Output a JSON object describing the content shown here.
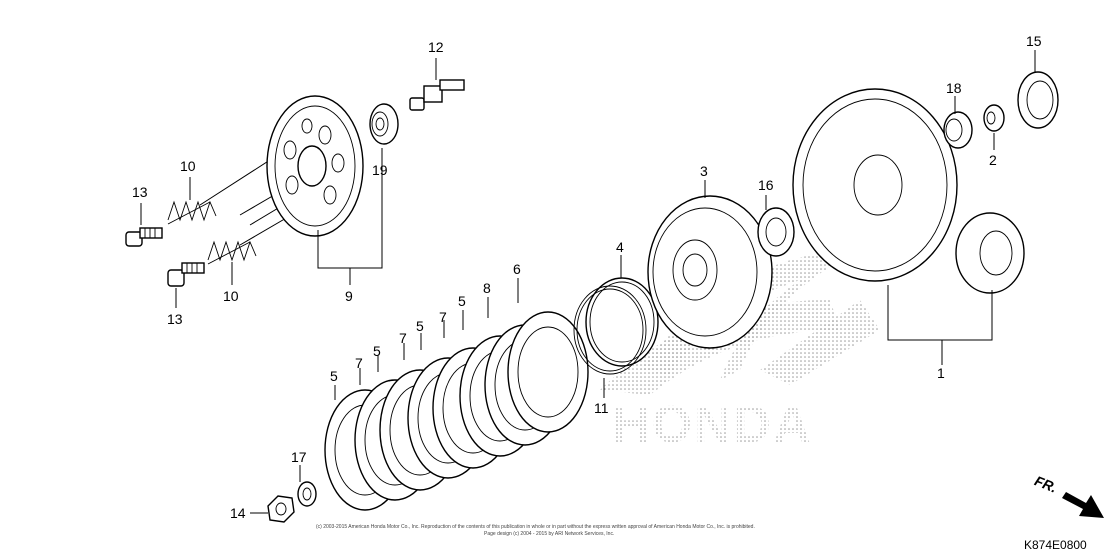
{
  "callouts": {
    "c1": "1",
    "c2": "2",
    "c3": "3",
    "c4": "4",
    "c5a": "5",
    "c5b": "5",
    "c5c": "5",
    "c5d": "5",
    "c6": "6",
    "c7a": "7",
    "c7b": "7",
    "c7c": "7",
    "c8": "8",
    "c9": "9",
    "c10a": "10",
    "c10b": "10",
    "c11": "11",
    "c12": "12",
    "c13a": "13",
    "c13b": "13",
    "c14": "14",
    "c15": "15",
    "c16": "16",
    "c17": "17",
    "c18": "18",
    "c19": "19"
  },
  "watermark": "HONDA",
  "front_indicator": "FR.",
  "diagram_code": "K874E0800",
  "copyright_line1": "(c) 2003-2015 American Honda Motor Co., Inc. Reproduction of the contents of this publication in whole or in part without the express written approval of American Honda Motor Co., Inc. is prohibited.",
  "copyright_line2": "Page design (c) 2004 - 2015 by ARI Network Services, Inc."
}
